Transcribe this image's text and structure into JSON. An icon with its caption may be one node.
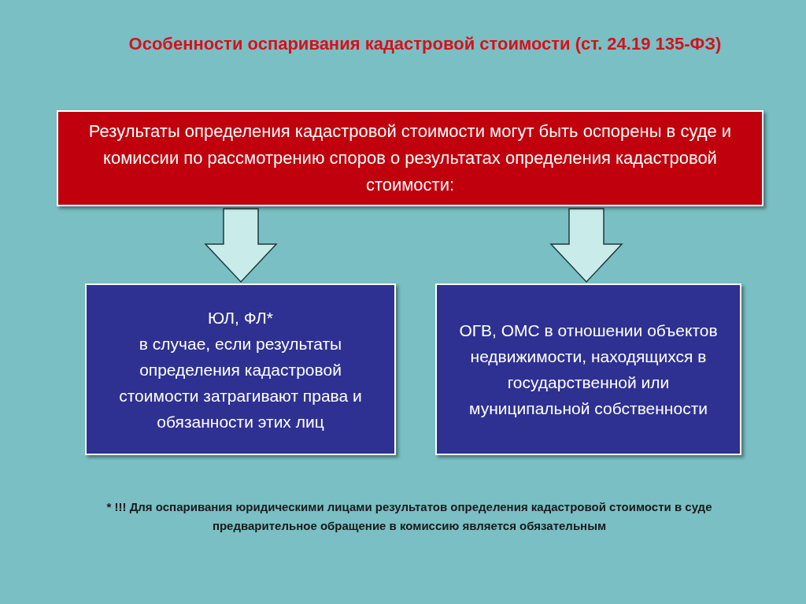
{
  "diagram": {
    "title": "Особенности оспаривания кадастровой стоимости (ст. 24.19 135-ФЗ)",
    "nodes": [
      {
        "text": [
          "Результаты определения кадастровой стоимости могут быть оспорены в суде и комиссии по рассмотрению споров о результатах определения кадастровой стоимости:"
        ]
      },
      {
        "text": [
          "ЮЛ, ФЛ*",
          "в случае, если результаты определения кадастровой стоимости затрагивают права и обязанности этих лиц"
        ]
      },
      {
        "text": [
          "ОГВ, ОМС в отношении объектов недвижимости, находящихся в государственной или муниципальной собственности"
        ]
      }
    ],
    "edges": [
      {
        "from": 0,
        "to": 1,
        "arrow": "to"
      },
      {
        "from": 0,
        "to": 2,
        "arrow": "to"
      }
    ],
    "labels": [
      "* !!! Для оспаривания юридическими лицами результатов определения кадастровой стоимости в суде предварительное обращение в комиссию является обязательным"
    ]
  }
}
